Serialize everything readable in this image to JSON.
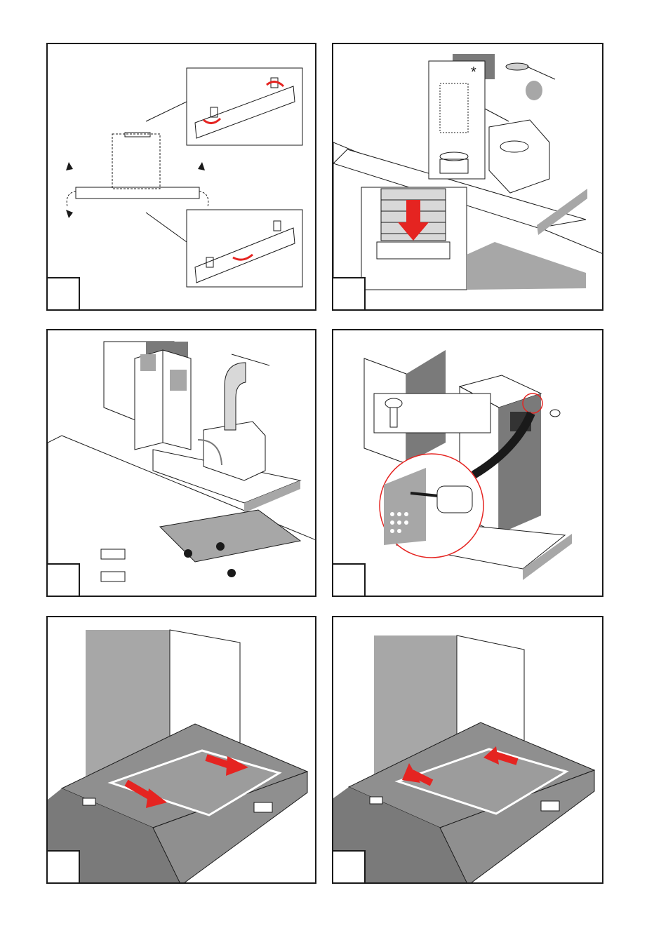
{
  "page": {
    "title": ""
  },
  "colors": {
    "line": "#1a1a1a",
    "surface_gray": "#a7a7a7",
    "dark_gray": "#7a7a7a",
    "arrow_red": "#e52421",
    "highlight_circle": "#e52421"
  },
  "panels": [
    {
      "step": "",
      "figure": "adjust-hood-brackets"
    },
    {
      "step": "",
      "figure": "fit-flexible-duct"
    },
    {
      "step": "",
      "figure": "install-chimney"
    },
    {
      "step": "",
      "figure": "secure-chimney-screws"
    },
    {
      "step": "",
      "figure": "remove-grease-filters"
    },
    {
      "step": "",
      "figure": "refit-grease-filters"
    }
  ],
  "icons": {
    "rotate": "rotate-arrow-icon",
    "asterisk": "asterisk-icon",
    "screw": "screw-icon",
    "screwdriver": "screwdriver-icon"
  },
  "labels": {
    "asterisk": "*"
  }
}
